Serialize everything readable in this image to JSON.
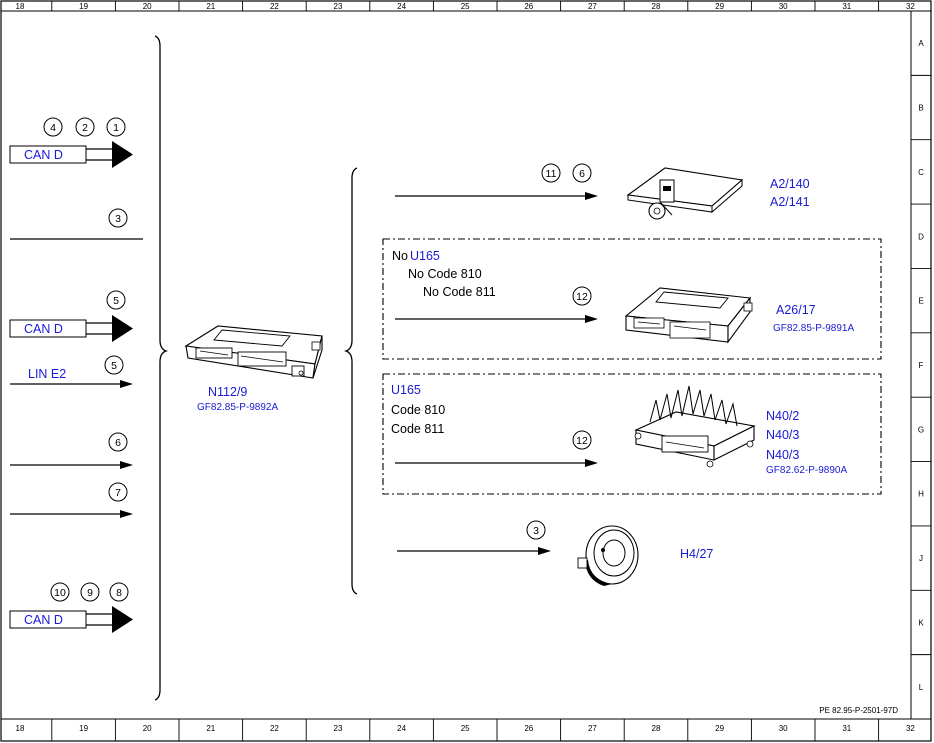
{
  "ruler": {
    "columns": [
      "18",
      "19",
      "20",
      "21",
      "22",
      "23",
      "24",
      "25",
      "26",
      "27",
      "28",
      "29",
      "30",
      "31",
      "32"
    ],
    "rows": [
      "A",
      "B",
      "C",
      "D",
      "E",
      "F",
      "G",
      "H",
      "J",
      "K",
      "L"
    ]
  },
  "inputs": {
    "can_top": {
      "label": "CAN D",
      "circles": [
        "4",
        "2",
        "1"
      ]
    },
    "line3": {
      "circle": "3"
    },
    "can_mid": {
      "label": "CAN D",
      "circle": "5"
    },
    "lin": {
      "label": "LIN E2",
      "circle": "5"
    },
    "line6": {
      "circle": "6"
    },
    "line7": {
      "circle": "7"
    },
    "can_bot": {
      "label": "CAN D",
      "circles": [
        "10",
        "9",
        "8"
      ]
    }
  },
  "center_module": {
    "name": "N112/9",
    "ref": "GF82.85-P-9892A"
  },
  "branches": {
    "a2": {
      "circles": [
        "11",
        "6"
      ],
      "names": [
        "A2/140",
        "A2/141"
      ]
    },
    "a26": {
      "conditions": {
        "line1_prefix": "No",
        "line1_code": "U165",
        "line2": "No Code 810",
        "line3": "No Code 811"
      },
      "circle": "12",
      "name": "A26/17",
      "ref": "GF82.85-P-9891A"
    },
    "n40": {
      "conditions": {
        "line1": "U165",
        "line2": "Code 810",
        "line3": "Code 811"
      },
      "circle": "12",
      "names": [
        "N40/2",
        "N40/3",
        "N40/3"
      ],
      "ref": "GF82.62-P-9890A"
    },
    "h4": {
      "circle": "3",
      "name": "H4/27"
    }
  },
  "footer_ref": "PE 82.95-P-2501-97D",
  "colors": {
    "blue": "#1a1ad6",
    "line": "#000000"
  }
}
